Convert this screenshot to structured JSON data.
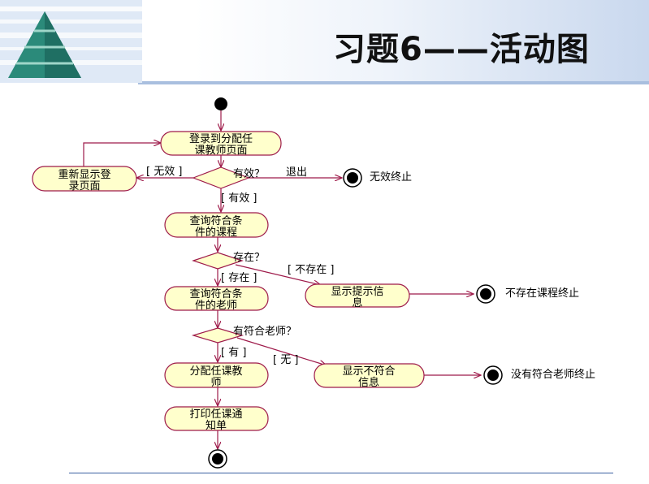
{
  "slide": {
    "title": "习题6——活动图"
  },
  "activities": {
    "login_l1": "登录到分配任",
    "login_l2": "课教师页面",
    "relogin_l1": "重新显示登",
    "relogin_l2": "录页面",
    "query_course_l1": "查询符合条",
    "query_course_l2": "件的课程",
    "show_msg_l1": "显示提示信",
    "show_msg_l2": "息",
    "query_teacher_l1": "查询符合条",
    "query_teacher_l2": "件的老师",
    "assign_l1": "分配任课教",
    "assign_l2": "师",
    "show_nomatch_l1": "显示不符合",
    "show_nomatch_l2": "信息",
    "print_l1": "打印任课通",
    "print_l2": "知单"
  },
  "decisions": {
    "valid_q": "有效？",
    "exists_q": "存在？",
    "teacher_q": "有符合老师？"
  },
  "guards": {
    "invalid": "[ 无效 ]",
    "logout": "退出",
    "valid": "[ 有效 ]",
    "not_exists": "[ 不存在 ]",
    "exists": "[ 存在 ]",
    "has": "[ 有 ]",
    "none": "[ 无 ]"
  },
  "finals": {
    "invalid_end": "无效终止",
    "no_course_end": "不存在课程终止",
    "no_teacher_end": "没有符合老师终止"
  },
  "colors": {
    "activity_fill": "#ffffcc",
    "flow": "#9e1a4a",
    "node": "#000000"
  }
}
